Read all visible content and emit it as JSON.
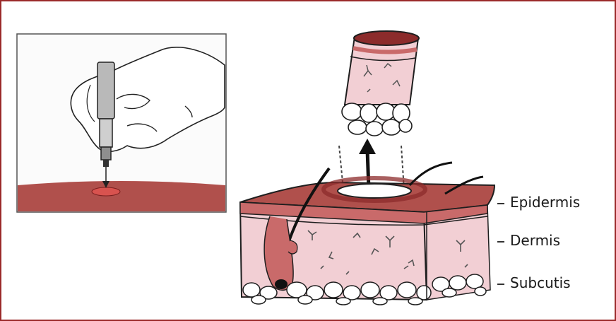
{
  "labels": {
    "epidermis": "Epidermis",
    "dermis": "Dermis",
    "subcutis": "Subcutis"
  },
  "colors": {
    "frame": "#9b2a2a",
    "skin_surface": "#b0504c",
    "epidermis": "#c96a6a",
    "dermis": "#f2cfd4",
    "fat": "#ffffff",
    "outline": "#1e1e1e"
  },
  "icons": {
    "hand": "hand-holding-punch",
    "punch_tool": "biopsy-punch-icon",
    "arrow": "extraction-arrow"
  }
}
